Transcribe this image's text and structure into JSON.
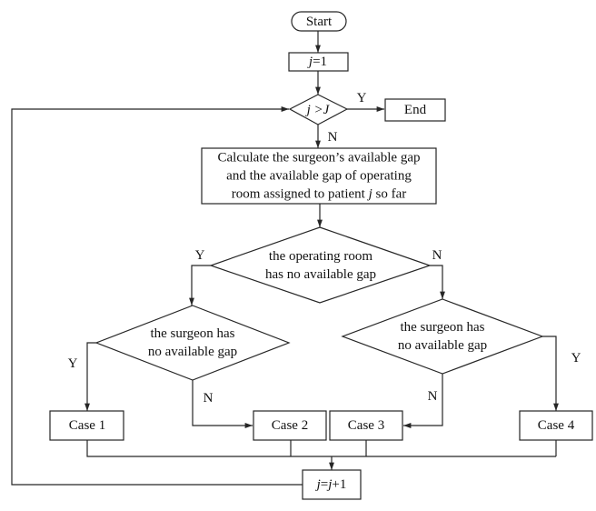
{
  "diagram": {
    "type": "flowchart",
    "nodes": {
      "start": {
        "kind": "terminal",
        "lines": [
          [
            {
              "t": "Start"
            }
          ]
        ]
      },
      "init": {
        "kind": "process",
        "lines": [
          [
            {
              "t": "j",
              "i": true
            },
            {
              "t": "=1"
            }
          ]
        ]
      },
      "check_j": {
        "kind": "decision",
        "lines": [
          [
            {
              "t": "j >J",
              "i": true
            }
          ]
        ]
      },
      "end": {
        "kind": "process",
        "lines": [
          [
            {
              "t": "End"
            }
          ]
        ]
      },
      "calculate": {
        "kind": "process",
        "lines": [
          [
            {
              "t": "Calculate the surgeon’s available gap"
            }
          ],
          [
            {
              "t": "and the available gap of operating"
            }
          ],
          [
            {
              "t": "room assigned to patient "
            },
            {
              "t": "j",
              "i": true
            },
            {
              "t": " so far"
            }
          ]
        ]
      },
      "room_gap": {
        "kind": "decision",
        "lines": [
          [
            {
              "t": "the operating room"
            }
          ],
          [
            {
              "t": "has no available gap"
            }
          ]
        ]
      },
      "surgeon_gap_left": {
        "kind": "decision",
        "lines": [
          [
            {
              "t": "the surgeon has"
            }
          ],
          [
            {
              "t": "no available gap"
            }
          ]
        ]
      },
      "surgeon_gap_right": {
        "kind": "decision",
        "lines": [
          [
            {
              "t": "the surgeon has"
            }
          ],
          [
            {
              "t": "no available gap"
            }
          ]
        ]
      },
      "case1": {
        "kind": "process",
        "lines": [
          [
            {
              "t": "Case 1"
            }
          ]
        ]
      },
      "case2": {
        "kind": "process",
        "lines": [
          [
            {
              "t": "Case 2"
            }
          ]
        ]
      },
      "case3": {
        "kind": "process",
        "lines": [
          [
            {
              "t": "Case 3"
            }
          ]
        ]
      },
      "case4": {
        "kind": "process",
        "lines": [
          [
            {
              "t": "Case 4"
            }
          ]
        ]
      },
      "increment": {
        "kind": "process",
        "lines": [
          [
            {
              "t": "j",
              "i": true
            },
            {
              "t": "="
            },
            {
              "t": "j",
              "i": true
            },
            {
              "t": "+1"
            }
          ]
        ]
      }
    },
    "edges": [
      {
        "from": "start",
        "to": "init",
        "label": ""
      },
      {
        "from": "init",
        "to": "check_j",
        "label": ""
      },
      {
        "from": "check_j",
        "to": "end",
        "label": "Y"
      },
      {
        "from": "check_j",
        "to": "calculate",
        "label": "N"
      },
      {
        "from": "calculate",
        "to": "room_gap",
        "label": ""
      },
      {
        "from": "room_gap",
        "to": "surgeon_gap_left",
        "label": "Y"
      },
      {
        "from": "room_gap",
        "to": "surgeon_gap_right",
        "label": "N"
      },
      {
        "from": "surgeon_gap_left",
        "to": "case1",
        "label": "Y"
      },
      {
        "from": "surgeon_gap_left",
        "to": "case2",
        "label": "N"
      },
      {
        "from": "surgeon_gap_right",
        "to": "case3",
        "label": "N"
      },
      {
        "from": "surgeon_gap_right",
        "to": "case4",
        "label": "Y"
      },
      {
        "from": "case1",
        "to": "increment",
        "label": ""
      },
      {
        "from": "case2",
        "to": "increment",
        "label": ""
      },
      {
        "from": "case3",
        "to": "increment",
        "label": ""
      },
      {
        "from": "case4",
        "to": "increment",
        "label": ""
      },
      {
        "from": "increment",
        "to": "check_j",
        "label": ""
      }
    ]
  }
}
